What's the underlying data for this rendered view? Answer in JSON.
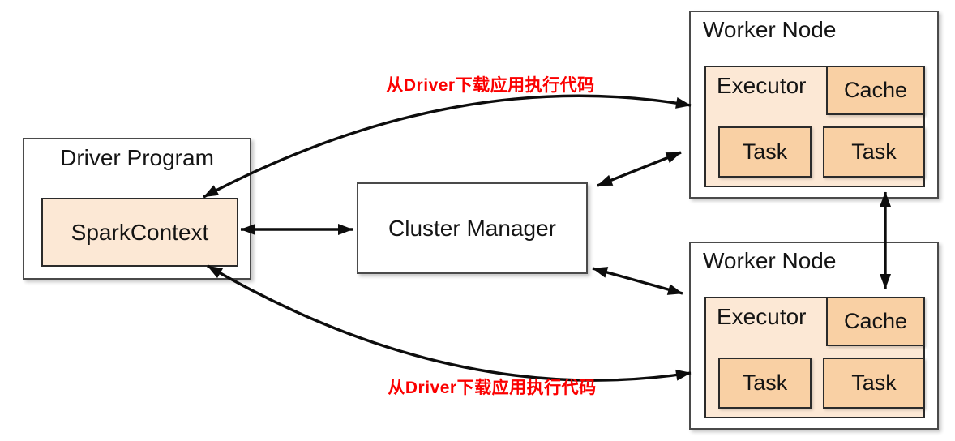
{
  "nodes": {
    "driver": {
      "title": "Driver Program",
      "sparkcontext": "SparkContext"
    },
    "cluster_manager": {
      "title": "Cluster Manager"
    },
    "worker_top": {
      "title": "Worker Node",
      "executor": "Executor",
      "cache": "Cache",
      "tasks": [
        "Task",
        "Task"
      ]
    },
    "worker_bottom": {
      "title": "Worker Node",
      "executor": "Executor",
      "cache": "Cache",
      "tasks": [
        "Task",
        "Task"
      ]
    }
  },
  "annotations": {
    "top": "从Driver下载应用执行代码",
    "bottom": "从Driver下载应用执行代码"
  },
  "colors": {
    "background": "#ffffff",
    "box_border_outer": "#4a4a4a",
    "box_border_inner": "#2b2b2b",
    "fill_light_peach": "#fce8d5",
    "fill_medium_peach": "#f9d0a4",
    "arrow": "#0d0d0d",
    "annotation_red": "#fb0000",
    "text": "#141414"
  }
}
